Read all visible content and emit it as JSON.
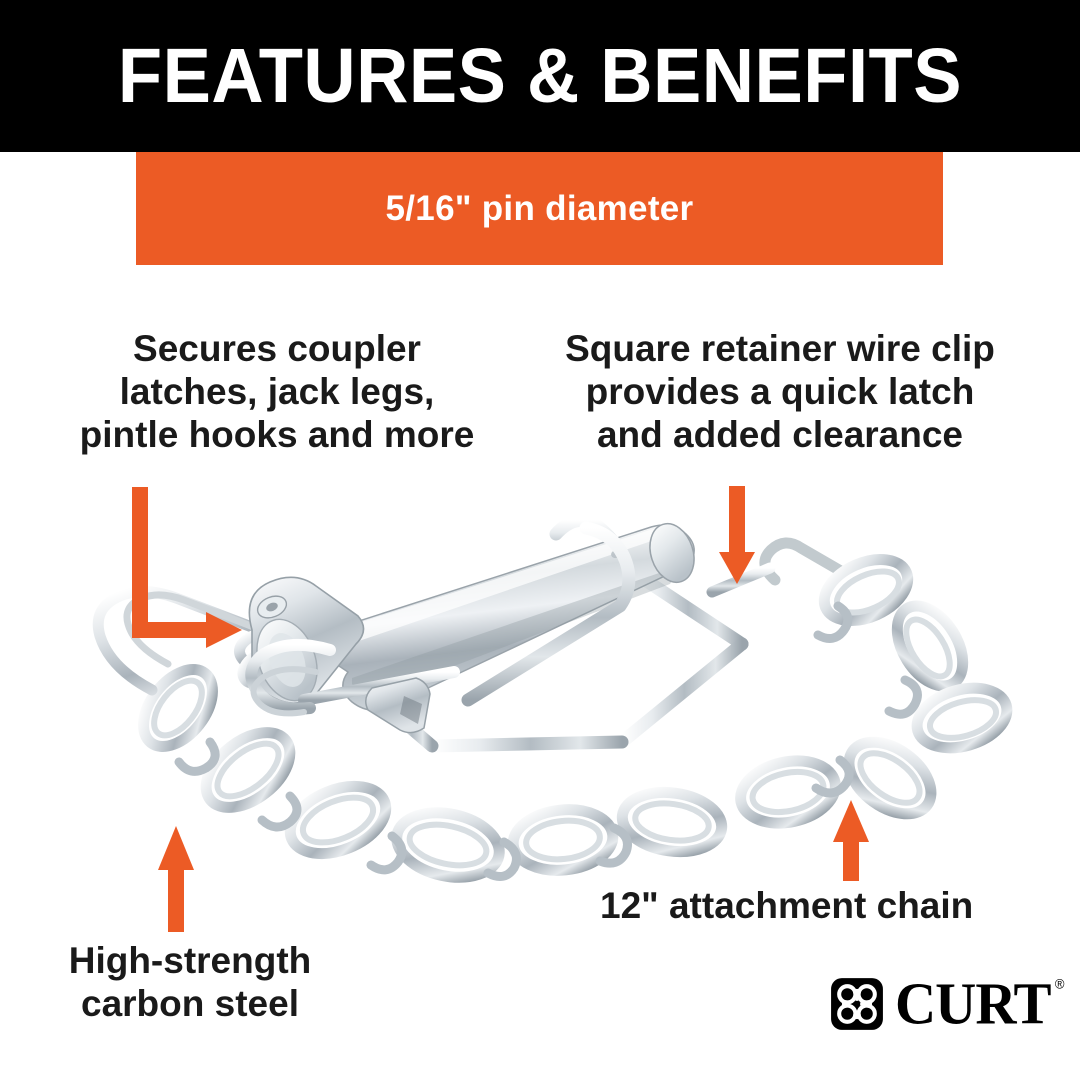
{
  "header": {
    "title": "FEATURES & BENEFITS",
    "background_color": "#000000",
    "text_color": "#ffffff"
  },
  "subtitle": {
    "text": "5/16\" pin diameter",
    "background_color": "#ec5b25",
    "text_color": "#ffffff"
  },
  "callouts": [
    {
      "id": "secures-coupler",
      "text": "Secures coupler\nlatches, jack legs,\npintle hooks and more",
      "arrow": "elbow-down-right"
    },
    {
      "id": "square-retainer",
      "text": "Square retainer wire clip\nprovides a quick latch\nand added clearance",
      "arrow": "down"
    },
    {
      "id": "high-strength",
      "text": "High-strength\ncarbon steel",
      "arrow": "up"
    },
    {
      "id": "attachment-chain",
      "text": "12\" attachment chain",
      "arrow": "up"
    }
  ],
  "arrow_color": "#ec5b25",
  "product": {
    "name": "safety coupler pin with square retainer wire clip and attachment chain",
    "finish": "zinc plated steel"
  },
  "logo": {
    "wordmark": "CURT",
    "registered_mark": "®",
    "color": "#000000"
  }
}
